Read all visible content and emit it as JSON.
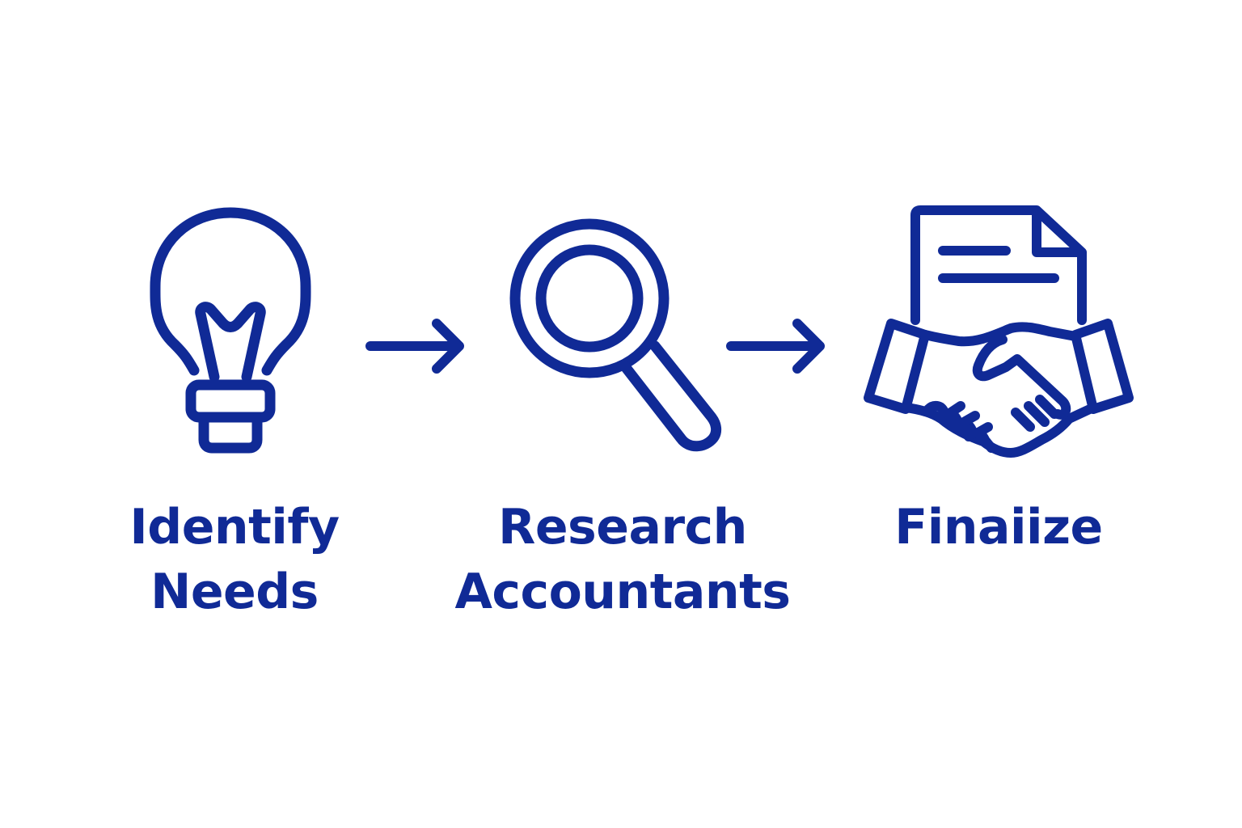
{
  "colors": {
    "accent": "#102a96",
    "background": "#ffffff"
  },
  "steps": [
    {
      "icon": "lightbulb-icon",
      "label_line1": "Identify",
      "label_line2": "Needs"
    },
    {
      "icon": "magnifying-glass-icon",
      "label_line1": "Research",
      "label_line2": "Accountants"
    },
    {
      "icon": "document-handshake-icon",
      "label_line1": "Finaiize",
      "label_line2": ""
    }
  ],
  "connectors": [
    {
      "icon": "arrow-right-icon"
    },
    {
      "icon": "arrow-right-icon"
    }
  ]
}
